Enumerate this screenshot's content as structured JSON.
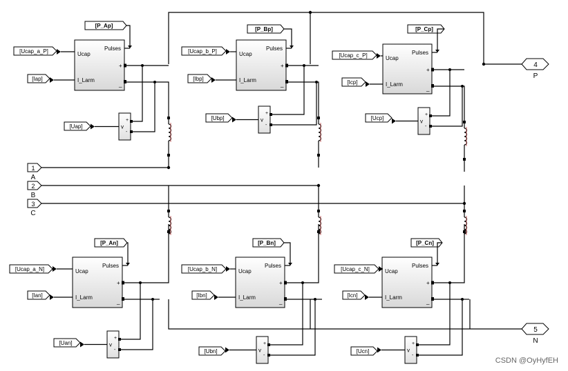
{
  "submodules": [
    {
      "id": "Ap",
      "pulses_tag": "[P_Ap]",
      "ucap_tag": "[Ucap_a_P]",
      "i_tag": "[Iap]",
      "u_tag": "[Uap]",
      "in_label": "Pulses",
      "out1": "Ucap",
      "out2": "I_Larm"
    },
    {
      "id": "Bp",
      "pulses_tag": "[P_Bp]",
      "ucap_tag": "[Ucap_b_P]",
      "i_tag": "[Ibp]",
      "u_tag": "[Ubp]",
      "in_label": "Pulses",
      "out1": "Ucap",
      "out2": "I_Larm"
    },
    {
      "id": "Cp",
      "pulses_tag": "[P_Cp]",
      "ucap_tag": "[Ucap_c_P]",
      "i_tag": "[Icp]",
      "u_tag": "[Ucp]",
      "in_label": "Pulses",
      "out1": "Ucap",
      "out2": "I_Larm"
    },
    {
      "id": "An",
      "pulses_tag": "[P_An]",
      "ucap_tag": "[Ucap_a_N]",
      "i_tag": "[Ian]",
      "u_tag": "[Uan]",
      "in_label": "Pulses",
      "out1": "Ucap",
      "out2": "I_Larm"
    },
    {
      "id": "Bn",
      "pulses_tag": "[P_Bn]",
      "ucap_tag": "[Ucap_b_N]",
      "i_tag": "[Ibn]",
      "u_tag": "[Ubn]",
      "in_label": "Pulses",
      "out1": "Ucap",
      "out2": "I_Larm"
    },
    {
      "id": "Cn",
      "pulses_tag": "[P_Cn]",
      "ucap_tag": "[Ucap_c_N]",
      "i_tag": "[Icn]",
      "u_tag": "[Ucn]",
      "in_label": "Pulses",
      "out1": "Ucap",
      "out2": "I_Larm"
    }
  ],
  "port_signs": {
    "plus": "+",
    "minus": "_",
    "vm_plus": "+",
    "vm_minus": "-",
    "vm_label": "v"
  },
  "ports": [
    {
      "num": "1",
      "name": "A"
    },
    {
      "num": "2",
      "name": "B"
    },
    {
      "num": "3",
      "name": "C"
    },
    {
      "num": "4",
      "name": "P"
    },
    {
      "num": "5",
      "name": "N"
    }
  ],
  "watermark": "CSDN @OyHyfEH"
}
